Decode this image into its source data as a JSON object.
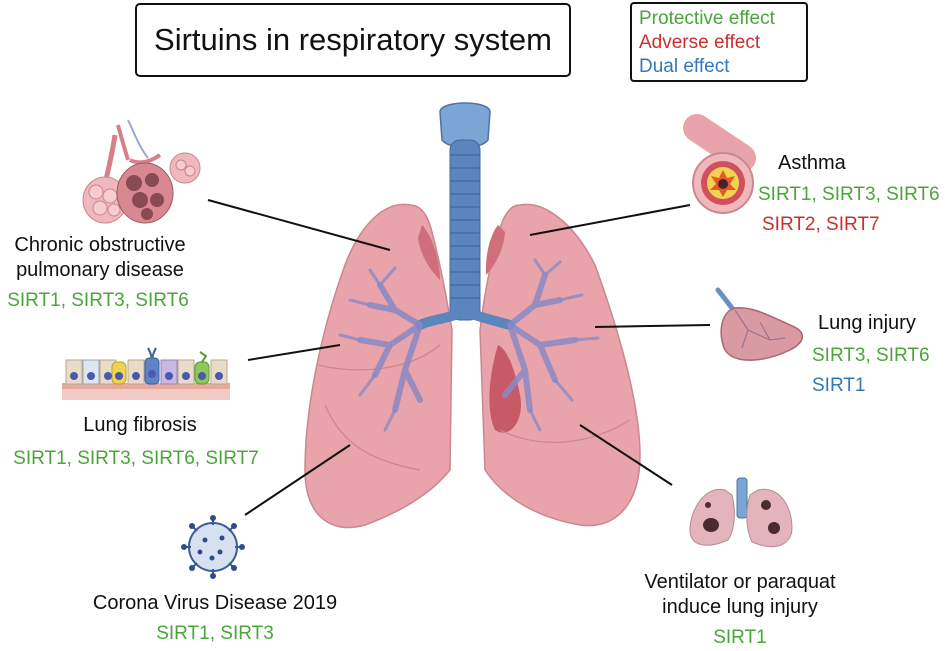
{
  "title": "Sirtuins in respiratory system",
  "legend": {
    "protective": "Protective effect",
    "adverse": "Adverse effect",
    "dual": "Dual effect"
  },
  "colors": {
    "protective": "#4aa53a",
    "adverse": "#c9302c",
    "dual": "#2f78be",
    "lung": "#e8a3ab",
    "airway": "#5a86bd"
  },
  "diseases": {
    "copd": {
      "name_line1": "Chronic obstructive",
      "name_line2": "pulmonary disease",
      "protective": "SIRT1, SIRT3, SIRT6"
    },
    "fibrosis": {
      "name": "Lung fibrosis",
      "protective": "SIRT1, SIRT3, SIRT6, SIRT7"
    },
    "covid": {
      "name": "Corona Virus Disease 2019",
      "protective": "SIRT1, SIRT3"
    },
    "asthma": {
      "name": "Asthma",
      "protective": "SIRT1, SIRT3, SIRT6",
      "adverse": "SIRT2, SIRT7"
    },
    "injury": {
      "name": "Lung injury",
      "protective": "SIRT3, SIRT6",
      "dual": "SIRT1"
    },
    "ventilator": {
      "name_line1": "Ventilator or paraquat",
      "name_line2": "induce lung injury",
      "protective": "SIRT1"
    }
  },
  "icons": {
    "center": "lungs-trachea-illustration",
    "copd": "alveoli-icon",
    "fibrosis": "epithelium-icon",
    "covid": "coronavirus-icon",
    "asthma": "airway-cross-section-icon",
    "injury": "injured-lung-lobe-icon",
    "ventilator": "damaged-lungs-icon"
  }
}
